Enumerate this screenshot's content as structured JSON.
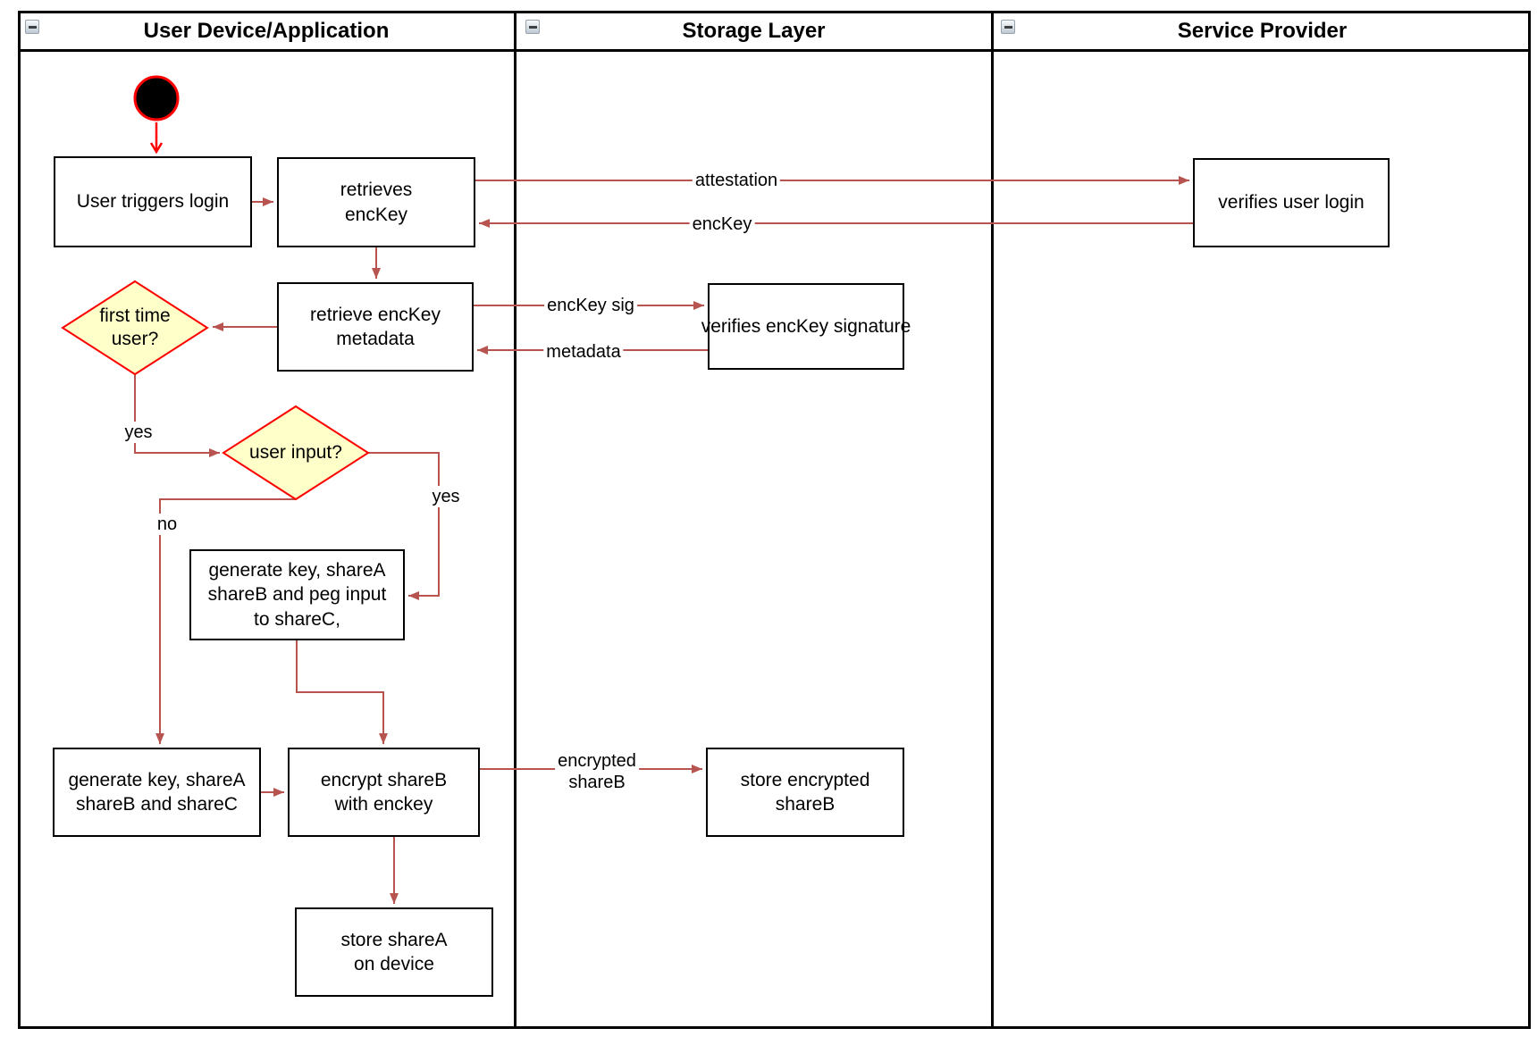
{
  "diagram": {
    "title_row": {
      "lanes": [
        {
          "title": "User Device/Application"
        },
        {
          "title": "Storage Layer"
        },
        {
          "title": "Service Provider"
        }
      ]
    },
    "nodes": {
      "user_triggers_login": "User triggers login",
      "retrieves_enckey": "retrieves\nencKey",
      "verifies_user_login": "verifies user login",
      "retrieve_enckey_metadata": "retrieve encKey\nmetadata",
      "verifies_enckey_signature": "verifies encKey signature",
      "first_time_user": "first time\nuser?",
      "user_input": "user input?",
      "generate_key_peg_input": "generate key, shareA\nshareB and peg input\nto shareC,",
      "generate_key_sharec": "generate key, shareA\nshareB and shareC",
      "encrypt_shareb": "encrypt shareB\nwith enckey",
      "store_encrypted_shareb": "store encrypted\nshareB",
      "store_sharea": "store shareA\non device"
    },
    "edge_labels": {
      "attestation": "attestation",
      "enckey": "encKey",
      "enckey_sig": "encKey sig",
      "metadata": "metadata",
      "yes_first_time": "yes",
      "yes_user_input": "yes",
      "no_user_input": "no",
      "encrypted_shareb": "encrypted\nshareB"
    },
    "colors": {
      "edge": "#B85450",
      "start_and_decision_stroke": "#FF0000",
      "decision_fill": "#FFFFC9",
      "lane_border": "#000000",
      "node_fill": "#FFFFFF"
    }
  }
}
